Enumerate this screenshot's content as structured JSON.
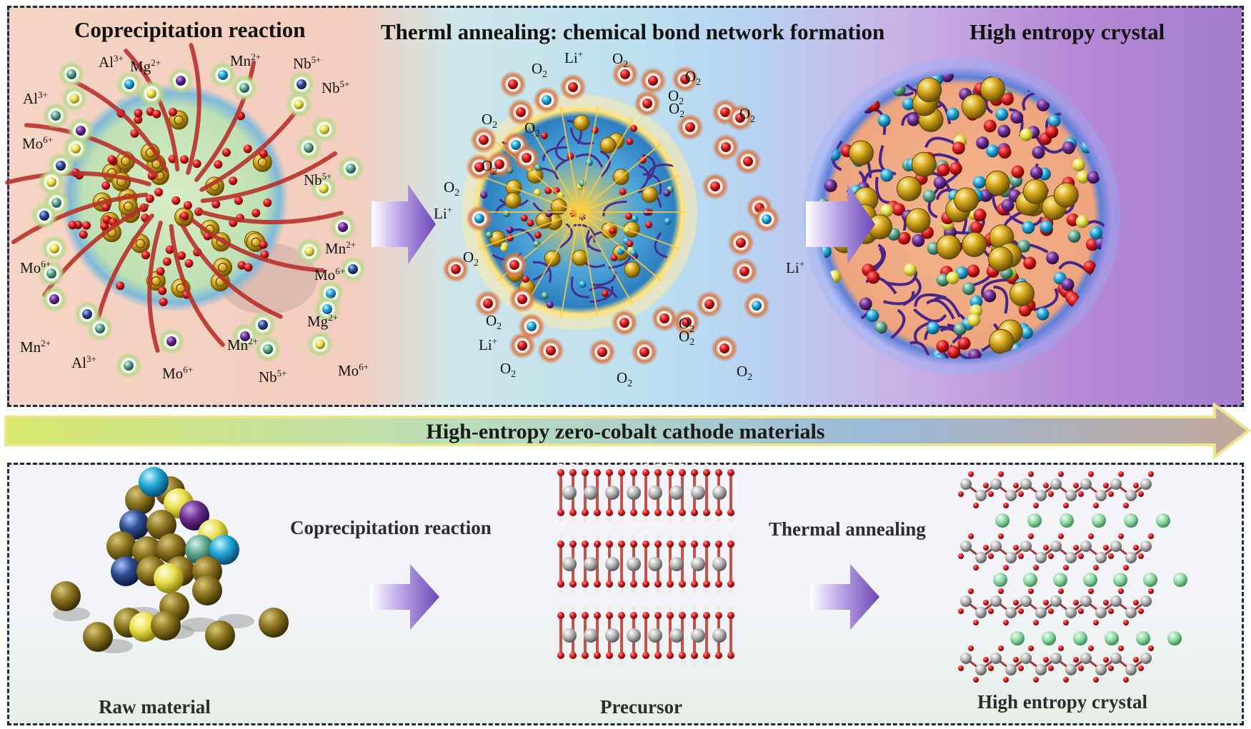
{
  "figure": {
    "top_panel": {
      "stage1_title": "Coprecipitation reaction",
      "stage2_title": "Therml annealing: chemical bond network formation",
      "stage3_title": "High entropy crystal"
    },
    "banner": {
      "label": "High-entropy zero-cobalt cathode materials"
    },
    "bottom_panel": {
      "raw_label": "Raw material",
      "step1_label": "Coprecipitation reaction",
      "precursor_label": "Precursor",
      "step2_label": "Thermal annealing",
      "crystal_label": "High entropy crystal"
    },
    "ions_stage1": [
      {
        "el": "Al",
        "ch": "3+"
      },
      {
        "el": "Mg",
        "ch": "2+"
      },
      {
        "el": "Mn",
        "ch": "2+"
      },
      {
        "el": "Nb",
        "ch": "5+"
      },
      {
        "el": "Al",
        "ch": "3+"
      },
      {
        "el": "Nb",
        "ch": "5+"
      },
      {
        "el": "Mo",
        "ch": "6+"
      },
      {
        "el": "Nb",
        "ch": "5+"
      },
      {
        "el": "Mn",
        "ch": "2+"
      },
      {
        "el": "Mo",
        "ch": "6+"
      },
      {
        "el": "Mo",
        "ch": "6+"
      },
      {
        "el": "Mg",
        "ch": "2+"
      },
      {
        "el": "Mn",
        "ch": "2+"
      },
      {
        "el": "Mn",
        "ch": "2+"
      },
      {
        "el": "Al",
        "ch": "3+"
      },
      {
        "el": "Mo",
        "ch": "6+"
      },
      {
        "el": "Nb",
        "ch": "5+"
      },
      {
        "el": "Mo",
        "ch": "6+"
      }
    ],
    "ions_stage2": [
      {
        "el": "O",
        "sub": "2"
      },
      {
        "el": "Li",
        "sup": "+"
      },
      {
        "el": "O",
        "sub": "2"
      },
      {
        "el": "O",
        "sub": "2"
      },
      {
        "el": "O",
        "sub": "2"
      },
      {
        "el": "O",
        "sub": "2"
      },
      {
        "el": "O",
        "sub": "2"
      },
      {
        "el": "O",
        "sub": "2"
      },
      {
        "el": "O",
        "sub": "2"
      },
      {
        "el": "O",
        "sub": "2"
      },
      {
        "el": "Li",
        "sup": "+"
      },
      {
        "el": "O",
        "sub": "2"
      },
      {
        "el": "Li",
        "sup": "+"
      },
      {
        "el": "O",
        "sub": "2"
      },
      {
        "el": "Li",
        "sup": "+"
      },
      {
        "el": "O",
        "sub": "2"
      },
      {
        "el": "O",
        "sub": "2"
      },
      {
        "el": "O",
        "sub": "2"
      },
      {
        "el": "O",
        "sub": "2"
      },
      {
        "el": "O",
        "sub": "2"
      },
      {
        "el": "O",
        "sub": "2"
      }
    ],
    "colors": {
      "gold": "#c9a227",
      "red": "#d81c1c",
      "cyan": "#1fa7d6",
      "purple": "#6a2d8f",
      "teal": "#5aa48c",
      "yellow": "#e8e04a",
      "navy": "#2c4c8f",
      "arrow": "#8c6cc9"
    }
  }
}
